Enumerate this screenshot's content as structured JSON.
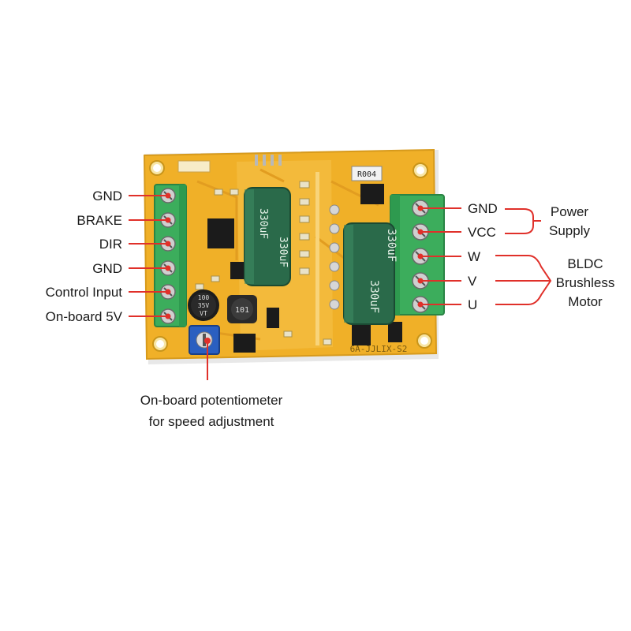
{
  "left_labels": [
    {
      "text": "GND"
    },
    {
      "text": "BRAKE"
    },
    {
      "text": "DIR"
    },
    {
      "text": "GND"
    },
    {
      "text": "Control Input"
    },
    {
      "text": "On-board 5V"
    }
  ],
  "right_labels": [
    {
      "text": "GND"
    },
    {
      "text": "VCC"
    },
    {
      "text": "W"
    },
    {
      "text": "V"
    },
    {
      "text": "U"
    }
  ],
  "group_labels": {
    "power_line1": "Power",
    "power_line2": "Supply",
    "motor_line1": "BLDC",
    "motor_line2": "Brushless",
    "motor_line3": "Motor"
  },
  "potentiometer_label": {
    "line1": "On-board potentiometer",
    "line2": "for speed adjustment"
  },
  "board_markings": {
    "cap_left": "330uF",
    "cap_left_dup": "330uF",
    "cap_right": "330uF",
    "cap_right_dup": "330uF",
    "small_cap_line1": "100",
    "small_cap_line2": "35V",
    "small_cap_line3": "VT",
    "inductor": "101",
    "resistor": "R004",
    "board_id": "6A-JJLIX-S2"
  },
  "colors": {
    "board": "#f0b028",
    "board_edge": "#f7e4a0",
    "terminal": "#3cad5c",
    "capacitor": "#2a6a4a",
    "callout_line": "#e0302a",
    "bracket_line": "#e0302a"
  }
}
